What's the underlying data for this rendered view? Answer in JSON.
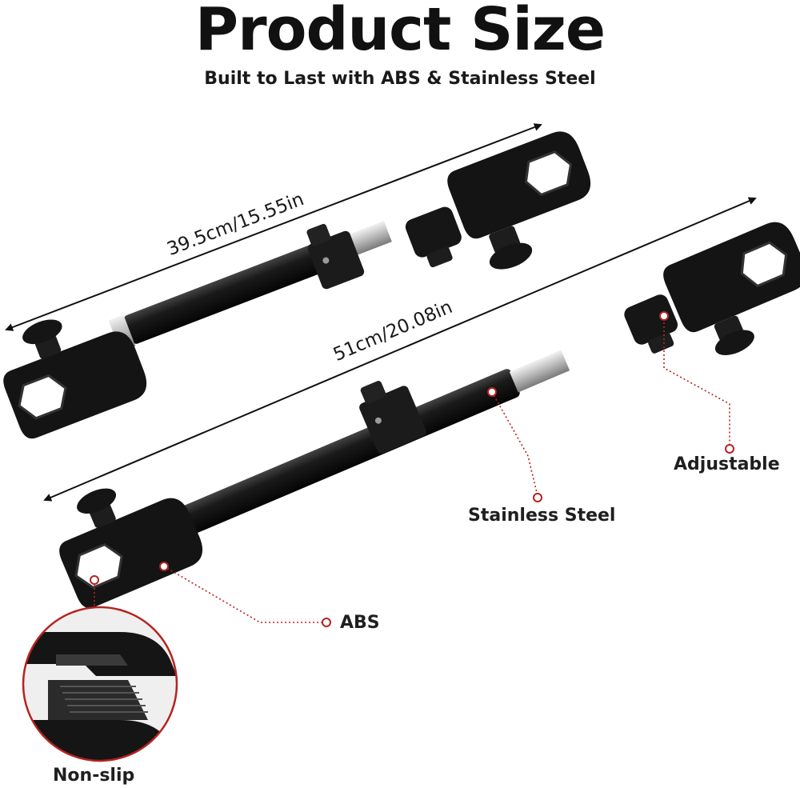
{
  "header": {
    "title": "Product Size",
    "subtitle": "Built to Last with ABS & Stainless Steel"
  },
  "dimensions": {
    "short_rod_length": "39.5cm/15.55in",
    "long_rod_length": "51cm/20.08in"
  },
  "callouts": {
    "adjustable": "Adjustable",
    "stainless_steel": "Stainless Steel",
    "abs": "ABS",
    "non_slip": "Non-slip"
  },
  "colors": {
    "callout_line": "#b5231f",
    "rod_black": "#151515",
    "steel": "#c9c9c9"
  }
}
